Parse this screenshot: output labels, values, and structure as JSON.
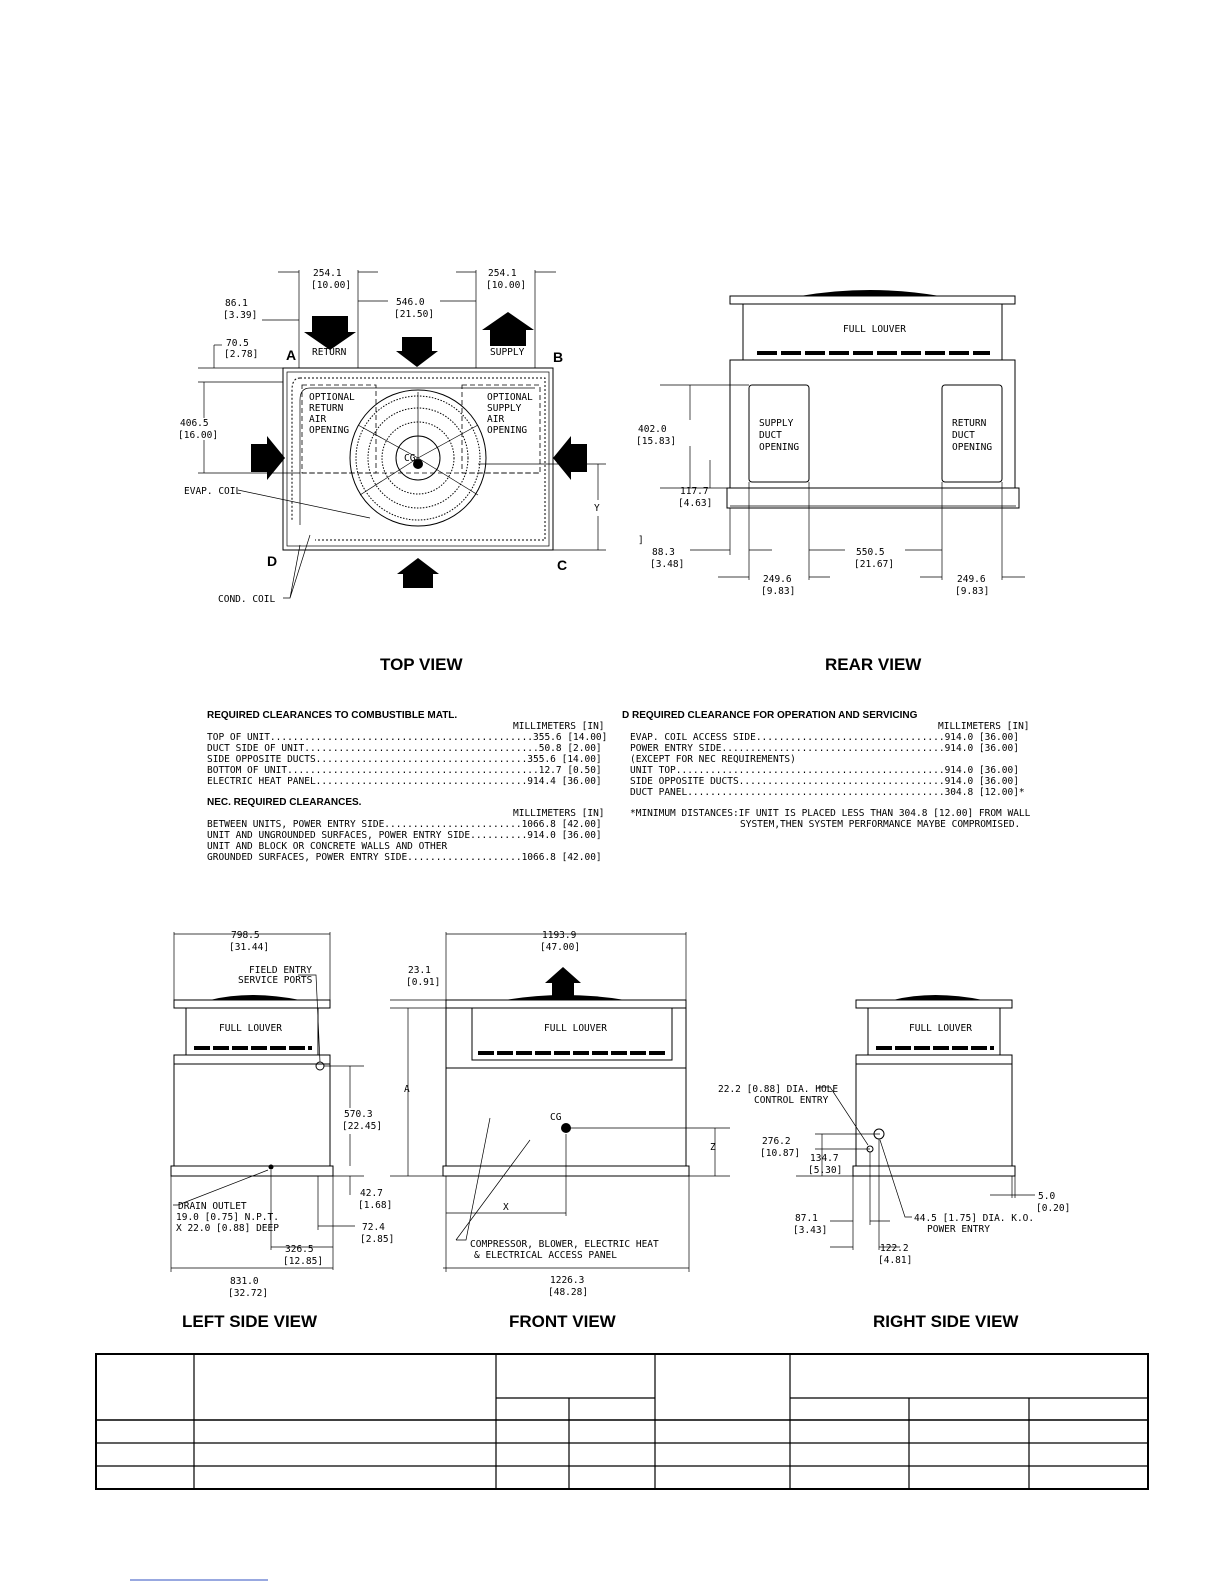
{
  "top_view": {
    "caption": "TOP VIEW",
    "dims": {
      "d1": [
        "254.1",
        "[10.00]"
      ],
      "d2": [
        "254.1",
        "[10.00]"
      ],
      "d3": [
        "546.0",
        "[21.50]"
      ],
      "d4": [
        "86.1",
        "[3.39]"
      ],
      "d5": [
        "70.5",
        "[2.78]"
      ],
      "d6": [
        "406.5",
        "[16.00]"
      ]
    },
    "labels": {
      "return": "RETURN",
      "supply": "SUPPLY",
      "opt_return": [
        "OPTIONAL",
        "RETURN",
        "AIR",
        "OPENING"
      ],
      "opt_supply": [
        "OPTIONAL",
        "SUPPLY",
        "AIR",
        "OPENING"
      ],
      "evap": "EVAP. COIL",
      "cond": "COND. COIL",
      "cg": "CG",
      "y": "Y",
      "a": "A",
      "b": "B",
      "c": "C",
      "d": "D"
    }
  },
  "rear_view": {
    "caption": "REAR VIEW",
    "louver": "FULL LOUVER",
    "supply_duct": [
      "SUPPLY",
      "DUCT",
      "OPENING"
    ],
    "return_duct": [
      "RETURN",
      "DUCT",
      "OPENING"
    ],
    "dims": {
      "h1": [
        "402.0",
        "[15.83]"
      ],
      "h2": [
        "117.7",
        "[4.63]"
      ],
      "h3": [
        "88.3",
        "[3.48]"
      ],
      "w1": [
        "550.5",
        "[21.67]"
      ],
      "w2": [
        "249.6",
        "[9.83]"
      ],
      "w3": [
        "249.6",
        "[9.83]"
      ]
    },
    "bracket": "]"
  },
  "clearances_combustible": {
    "title": "REQUIRED CLEARANCES TO COMBUSTIBLE MATL.",
    "units": "MILLIMETERS [IN]",
    "rows": [
      "TOP OF UNIT..............................................355.6 [14.00]",
      "DUCT SIDE OF UNIT.........................................50.8 [2.00]",
      "SIDE OPPOSITE DUCTS.....................................355.6 [14.00]",
      "BOTTOM OF UNIT............................................12.7 [0.50]",
      "ELECTRIC HEAT PANEL.....................................914.4 [36.00]"
    ]
  },
  "clearances_nec": {
    "title": "NEC. REQUIRED CLEARANCES.",
    "units": "MILLIMETERS [IN]",
    "rows": [
      "BETWEEN UNITS, POWER ENTRY SIDE........................1066.8 [42.00]",
      "UNIT AND UNGROUNDED SURFACES, POWER ENTRY SIDE..........914.0 [36.00]",
      "UNIT AND BLOCK OR CONCRETE WALLS AND OTHER",
      "GROUNDED SURFACES, POWER ENTRY SIDE....................1066.8 [42.00]"
    ]
  },
  "clearances_service": {
    "title": "REQUIRED CLEARANCE FOR OPERATION AND SERVICING",
    "prefix": "D",
    "units": "MILLIMETERS [IN]",
    "rows": [
      "EVAP. COIL ACCESS SIDE.................................914.0 [36.00]",
      "POWER ENTRY SIDE.......................................914.0 [36.00]",
      "(EXCEPT FOR NEC REQUIREMENTS)",
      "UNIT TOP...............................................914.0 [36.00]",
      "SIDE OPPOSITE DUCTS....................................914.0 [36.00]",
      "DUCT PANEL.............................................304.8 [12.00]*"
    ],
    "note": [
      "*MINIMUM DISTANCES:IF UNIT IS PLACED LESS THAN 304.8 [12.00] FROM WALL",
      "SYSTEM,THEN SYSTEM PERFORMANCE MAYBE COMPROMISED."
    ]
  },
  "left_view": {
    "caption": "LEFT SIDE VIEW",
    "louver": "FULL LOUVER",
    "field_entry": [
      "FIELD ENTRY",
      "SERVICE PORTS"
    ],
    "drain": [
      "DRAIN OUTLET",
      "19.0 [0.75] N.P.T.",
      "X 22.0 [0.88] DEEP"
    ],
    "dims": {
      "top": [
        "798.5",
        "[31.44]"
      ],
      "h": [
        "570.3",
        "[22.45]"
      ],
      "b1": [
        "42.7",
        "[1.68]"
      ],
      "b2": [
        "72.4",
        "[2.85]"
      ],
      "b3": [
        "326.5",
        "[12.85]"
      ],
      "w": [
        "831.0",
        "[32.72]"
      ]
    }
  },
  "front_view": {
    "caption": "FRONT VIEW",
    "louver": "FULL LOUVER",
    "dims": {
      "top": [
        "1193.9",
        "[47.00]"
      ],
      "off": [
        "23.1",
        "[0.91]"
      ],
      "w": [
        "1226.3",
        "[48.28]"
      ]
    },
    "letters": {
      "a": "A",
      "z": "Z",
      "x": "X",
      "cg": "CG"
    },
    "access": [
      "COMPRESSOR, BLOWER, ELECTRIC HEAT",
      "& ELECTRICAL ACCESS PANEL"
    ]
  },
  "right_view": {
    "caption": "RIGHT SIDE VIEW",
    "louver": "FULL LOUVER",
    "hole": [
      "22.2 [0.88] DIA. HOLE",
      "CONTROL ENTRY"
    ],
    "ko": [
      "44.5 [1.75] DIA. K.O.",
      "POWER ENTRY"
    ],
    "dims": {
      "h1": [
        "276.2",
        "[10.87]"
      ],
      "h2": [
        "134.7",
        "[5.30]"
      ],
      "b1": [
        "87.1",
        "[3.43]"
      ],
      "b2": [
        "122.2",
        "[4.81]"
      ],
      "r": [
        "5.0",
        "[0.20]"
      ]
    }
  }
}
